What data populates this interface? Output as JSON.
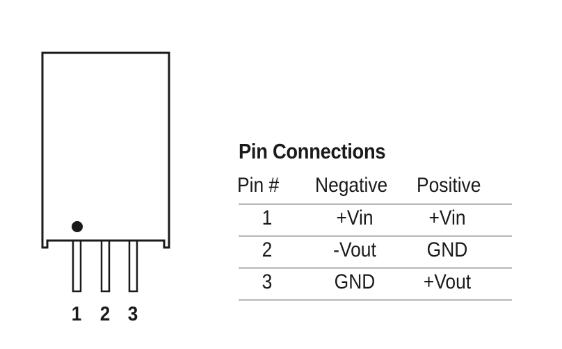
{
  "package_pins": [
    "1",
    "2",
    "3"
  ],
  "table": {
    "title": "Pin Connections",
    "headers": [
      "Pin #",
      "Negative",
      "Positive"
    ],
    "rows": [
      [
        "1",
        "+Vin",
        "+Vin"
      ],
      [
        "2",
        "-Vout",
        "GND"
      ],
      [
        "3",
        "GND",
        "+Vout"
      ]
    ]
  },
  "colors": {
    "ink": "#1a1a1a",
    "rule": "#333333",
    "background": "#ffffff"
  }
}
